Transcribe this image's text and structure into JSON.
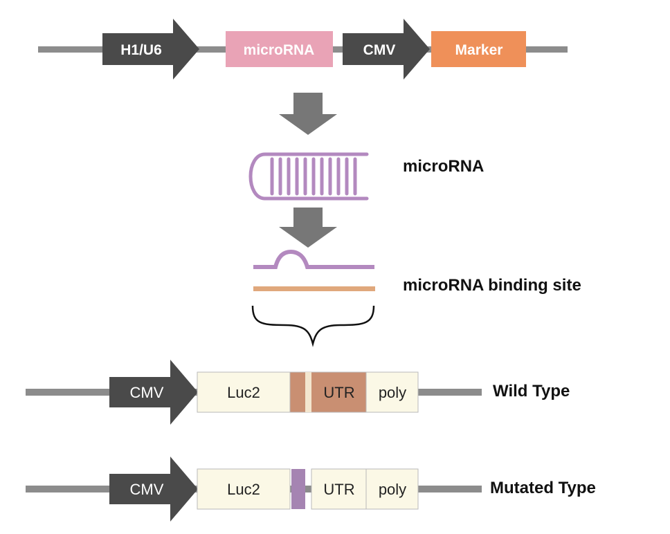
{
  "colors": {
    "backbone": "#8c8c8c",
    "promoter": "#4a4a4a",
    "microrna_box": "#e9a3b6",
    "marker_box": "#ef9059",
    "flow_arrow": "#777777",
    "hairpin": "#b389bf",
    "target_strand": "#e0a87c",
    "cream_box": "#fbf8e6",
    "utr_wild": "#c98f72",
    "utr_mutant_site": "#a584b2"
  },
  "top_construct": {
    "promoter1": "H1/U6",
    "insert": "microRNA",
    "promoter2": "CMV",
    "marker": "Marker"
  },
  "hairpin_label": "microRNA",
  "binding_label": "microRNA binding site",
  "wild_type": {
    "promoter": "CMV",
    "reporter": "Luc2",
    "utr": "UTR",
    "polya": "poly",
    "label": "Wild Type"
  },
  "mutated_type": {
    "promoter": "CMV",
    "reporter": "Luc2",
    "utr": "UTR",
    "polya": "poly",
    "label": "Mutated Type"
  }
}
